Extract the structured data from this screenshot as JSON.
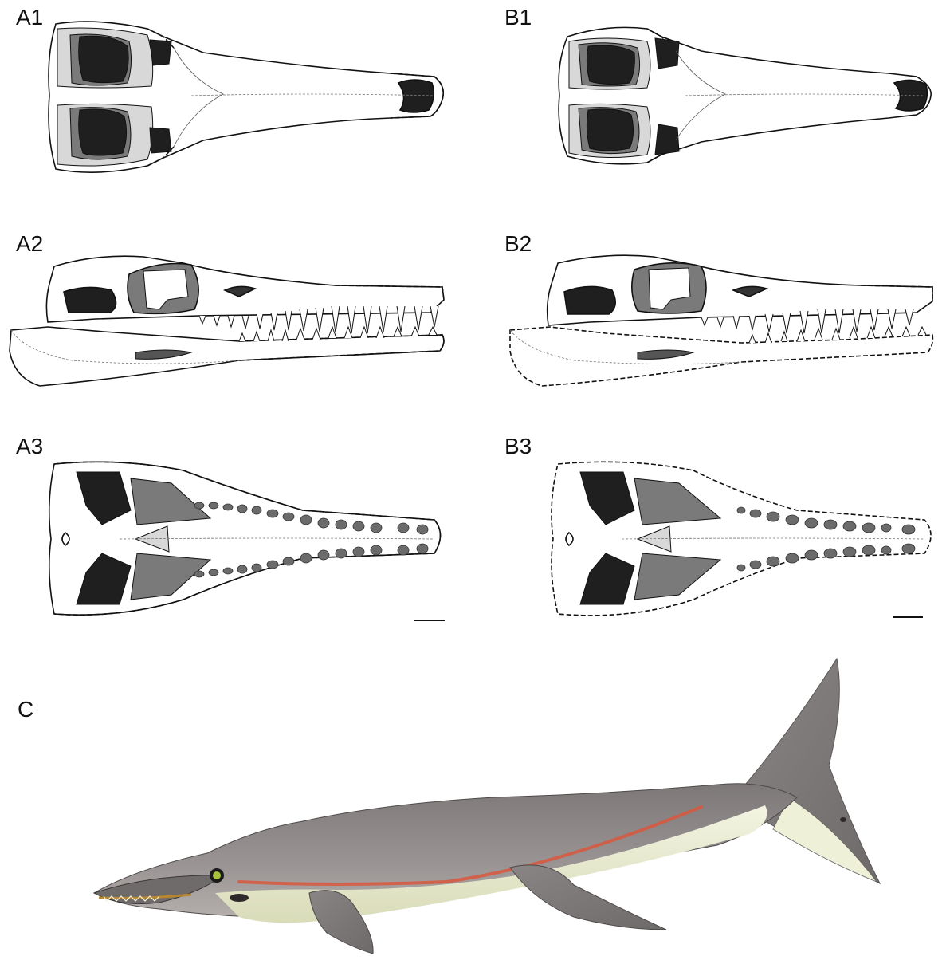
{
  "labels": {
    "a1": "A1",
    "b1": "B1",
    "a2": "A2",
    "b2": "B2",
    "a3": "A3",
    "b3": "B3",
    "c": "C"
  },
  "colors": {
    "outline": "#111111",
    "dark_fill": "#1f1f1f",
    "mid_fill": "#6b6b6b",
    "light_fill": "#a9a9a9",
    "body_grey": "#8a8686",
    "belly": "#e9ecd2",
    "stripe": "#d9573d"
  }
}
